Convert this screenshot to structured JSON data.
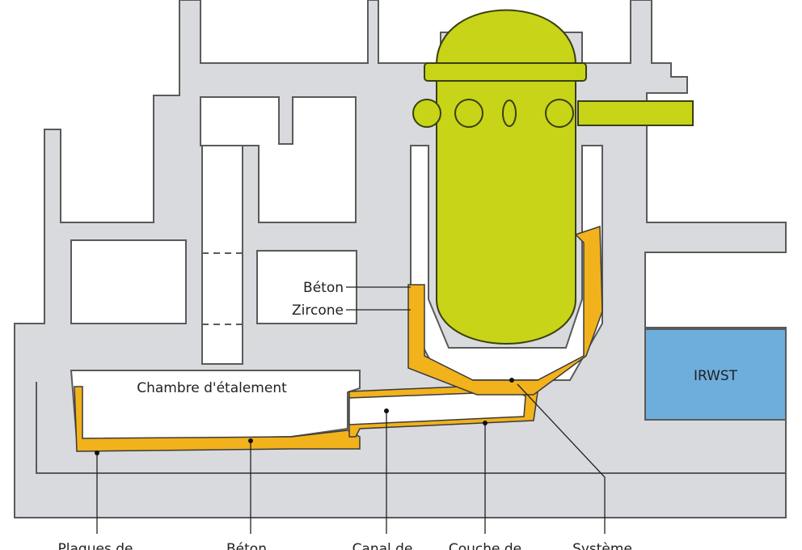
{
  "diagram": {
    "labels": {
      "beton_top": "Béton",
      "zircone": "Zircone",
      "chambre": "Chambre d'étalement",
      "irwst": "IRWST"
    },
    "bottom_labels": [
      {
        "id": "plaques",
        "text": "Plaques de"
      },
      {
        "id": "beton",
        "text": "Béton"
      },
      {
        "id": "canal",
        "text": "Canal de"
      },
      {
        "id": "couche",
        "text": "Couche de"
      },
      {
        "id": "systeme",
        "text": "Système"
      }
    ],
    "colors": {
      "wall": "#d8dade",
      "wall_stroke": "#5a5a5a",
      "vessel": "#c7d418",
      "vessel_stroke": "#3a3f10",
      "liner": "#f2b21c",
      "irwst": "#6eaedd"
    }
  }
}
